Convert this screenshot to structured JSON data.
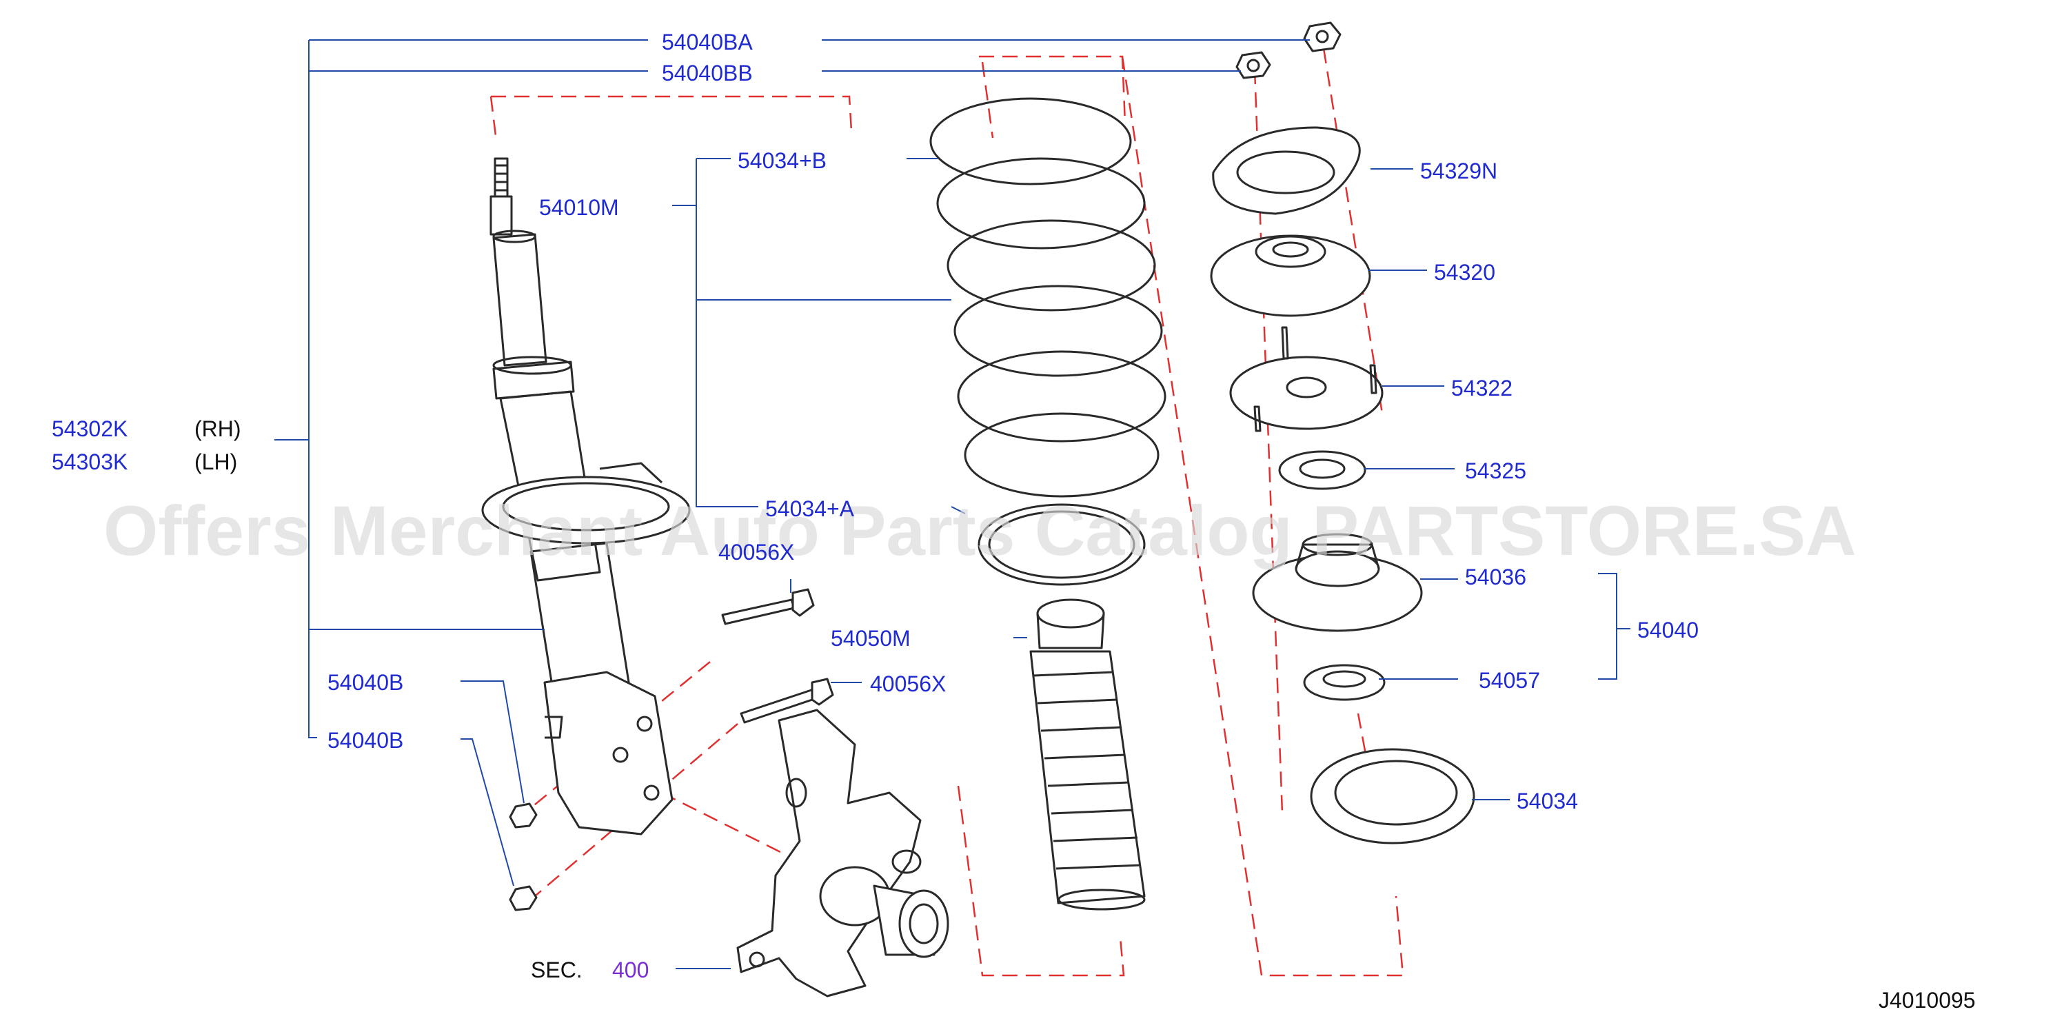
{
  "colors": {
    "label": "#1f2bd1",
    "leader": "#1f4aa8",
    "dashed": "#e23030",
    "section_ref": "#7a2fd6",
    "part_stroke": "#2a2a2a"
  },
  "watermark": "Offers Merchant Auto Parts Catalog PARTSTORE.SA",
  "diagram_code": "J4010095",
  "labels": {
    "p54040BA": "54040BA",
    "p54040BB": "54040BB",
    "p54034B": "54034+B",
    "p54010M": "54010M",
    "p54329N": "54329N",
    "p54320": "54320",
    "p54322": "54322",
    "p54302K": "54302K",
    "rh": "(RH)",
    "p54303K": "54303K",
    "lh": "(LH)",
    "p54325": "54325",
    "p54034A": "54034+A",
    "p40056X_top": "40056X",
    "p54036": "54036",
    "p54040": "54040",
    "p54050M": "54050M",
    "p54040B_1": "54040B",
    "p40056X_bottom": "40056X",
    "p54057": "54057",
    "p54040B_2": "54040B",
    "p54034": "54034",
    "sec": "SEC.",
    "sec_num": "400"
  }
}
